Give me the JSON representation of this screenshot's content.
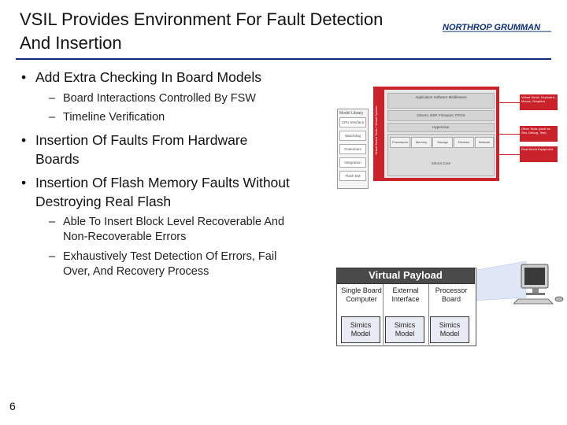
{
  "title_line1": "VSIL Provides Environment For Fault Detection",
  "title_line2": "And Insertion",
  "logo_text": "NORTHROP GRUMMAN",
  "bullets": [
    {
      "text": "Add Extra Checking In Board Models"
    },
    {
      "text": "Board Interactions Controlled By FSW"
    },
    {
      "text": "Timeline Verification"
    },
    {
      "text_line1": "Insertion Of Faults From Hardware",
      "text_line2": "Boards"
    },
    {
      "text_line1": "Insertion Of Flash Memory Faults Without",
      "text_line2": "Destroying Real Flash"
    },
    {
      "text_line1": "Able To Insert Block Level Recoverable And",
      "text_line2": "Non-Recoverable Errors"
    },
    {
      "text_line1": "Exhaustively Test Detection Of Errors, Fail",
      "text_line2": "Over, And Recovery Process"
    }
  ],
  "bullet_glyph": "•",
  "dash_glyph": "–",
  "page_number": "6",
  "diagram": {
    "library_title": "Model Library",
    "library_items": [
      "CPU Interface",
      "Watchdog",
      "Customers",
      "Integration",
      "Flash EM"
    ],
    "vertical_tab": "Virtual Board Tools / Virtual System",
    "layers": {
      "app": "Application Software Middleware",
      "drivers": "Drivers, BSP, Firmware, RTOS",
      "hypervisor": "Hypervisor",
      "simics": "Simics Core"
    },
    "components": [
      "Processors",
      "Memory",
      "Storage",
      "Devices",
      "Network and I/O"
    ],
    "right_boxes": [
      "Virtual Serial, Keyboard, Mouse, Graphics",
      "Other Tools (such as Sim, Debug, Test)",
      "Real-World Equipment"
    ]
  },
  "payload": {
    "title": "Virtual Payload",
    "columns": [
      {
        "label": "Single Board Computer",
        "model": "Simics Model"
      },
      {
        "label": "External Interface",
        "model": "Simics Model"
      },
      {
        "label": "Processor Board",
        "model": "Simics Model"
      }
    ]
  },
  "colors": {
    "accent_red": "#c9222a",
    "rule_blue": "#0b2d7a",
    "payload_header": "#4a4a4a"
  }
}
